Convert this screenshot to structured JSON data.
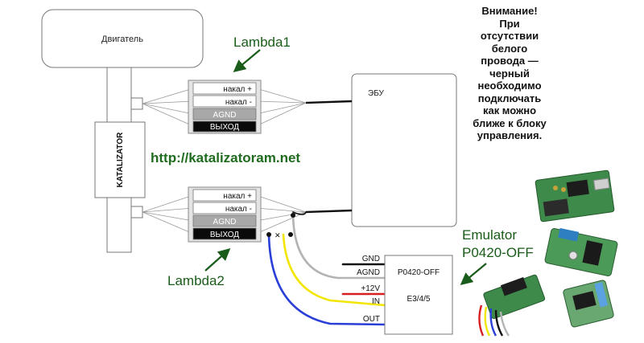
{
  "engine": {
    "label": "Двигатель"
  },
  "catalyst": {
    "label": "KATALIZATOR"
  },
  "ecu": {
    "label": "ЭБУ"
  },
  "url": {
    "text": "http://katalizatoram.net"
  },
  "lambda1": {
    "title": "Lambda1",
    "pins": [
      "накал +",
      "накал -",
      "AGND",
      "ВЫХОД"
    ]
  },
  "lambda2": {
    "title": "Lambda2",
    "pins": [
      "накал +",
      "накал -",
      "AGND",
      "ВЫХОД"
    ]
  },
  "emulator": {
    "title_line1": "Emulator",
    "title_line2": "P0420-OFF",
    "box_title": "P0420-OFF",
    "box_subtitle": "E3/4/5",
    "wires": [
      "GND",
      "AGND",
      "+12V",
      "IN",
      "OUT"
    ]
  },
  "warning": {
    "lines": [
      "Внимание!",
      "При",
      "отсутствии",
      "белого",
      "провода —",
      "черный",
      "необходимо",
      "подключать",
      "как можно",
      "ближе к блоку",
      "управления."
    ]
  },
  "colors": {
    "label_green": "#1a5c1a",
    "url_green": "#1f6b1f",
    "wire_black": "#111111",
    "wire_gray": "#b4b4b4",
    "wire_red": "#d81f1f",
    "wire_yellow": "#f2e600",
    "wire_blue": "#2a3fd8",
    "pcb_green": "#3e8a4a"
  }
}
